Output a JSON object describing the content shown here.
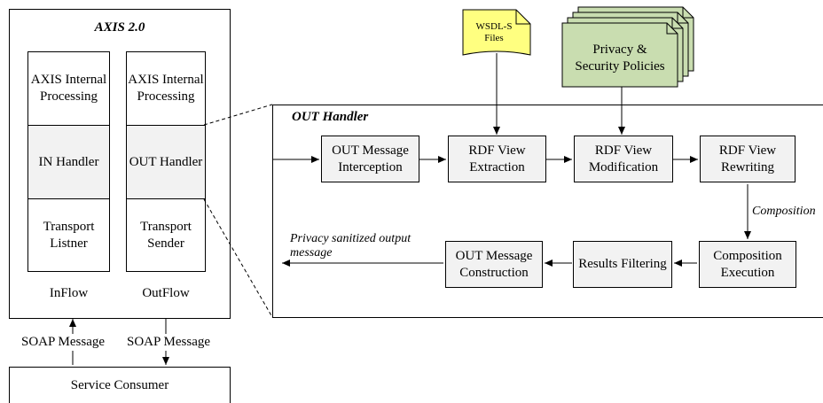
{
  "axis": {
    "title": "AXIS 2.0",
    "in_stack": [
      "AXIS Internal Processing",
      "IN Handler",
      "Transport Listner"
    ],
    "out_stack": [
      "AXIS Internal Processing",
      "OUT Handler",
      "Transport Sender"
    ],
    "inflow_label": "InFlow",
    "outflow_label": "OutFlow"
  },
  "consumer": {
    "label": "Service Consumer",
    "soap_in": "SOAP Message",
    "soap_out": "SOAP Message"
  },
  "inputs": {
    "wsdl": "WSDL-S Files",
    "policies": "Privacy & Security Policies"
  },
  "out_handler": {
    "title": "OUT Handler",
    "interception": "OUT Message Interception",
    "extraction": "RDF View Extraction",
    "modification": "RDF View Modification",
    "rewriting": "RDF View Rewriting",
    "composition_label": "Composition",
    "execution": "Composition Execution",
    "filtering": "Results Filtering",
    "construction": "OUT Message Construction",
    "output_label": "Privacy sanitized output message"
  }
}
